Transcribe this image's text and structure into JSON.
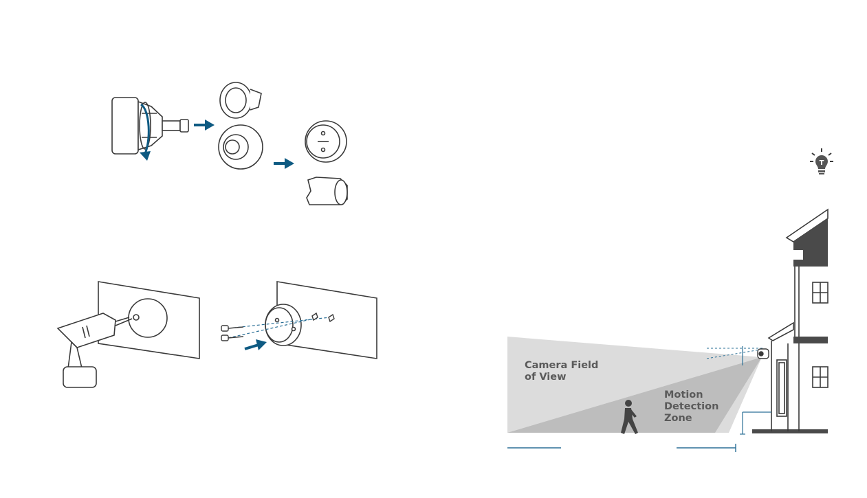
{
  "right_page": {
    "diagram": {
      "field_of_view_label": "Camera Field\nof View",
      "motion_zone_label": "Motion\nDetection\nZone",
      "tip_icon_letter": "T"
    }
  },
  "colors": {
    "arrow": "#0e5a82",
    "line": "#3a3a3a",
    "field_of_view": "#dcdcdc",
    "motion_zone": "#bdbdbd",
    "house_band": "#4a4a4a",
    "dashed_guide": "#2a6f96"
  },
  "icons": [
    "lightbulb-tip-icon",
    "person-walking-icon",
    "drill-icon",
    "screw-icon",
    "arrow-right-icon",
    "rotate-arrow-icon"
  ]
}
